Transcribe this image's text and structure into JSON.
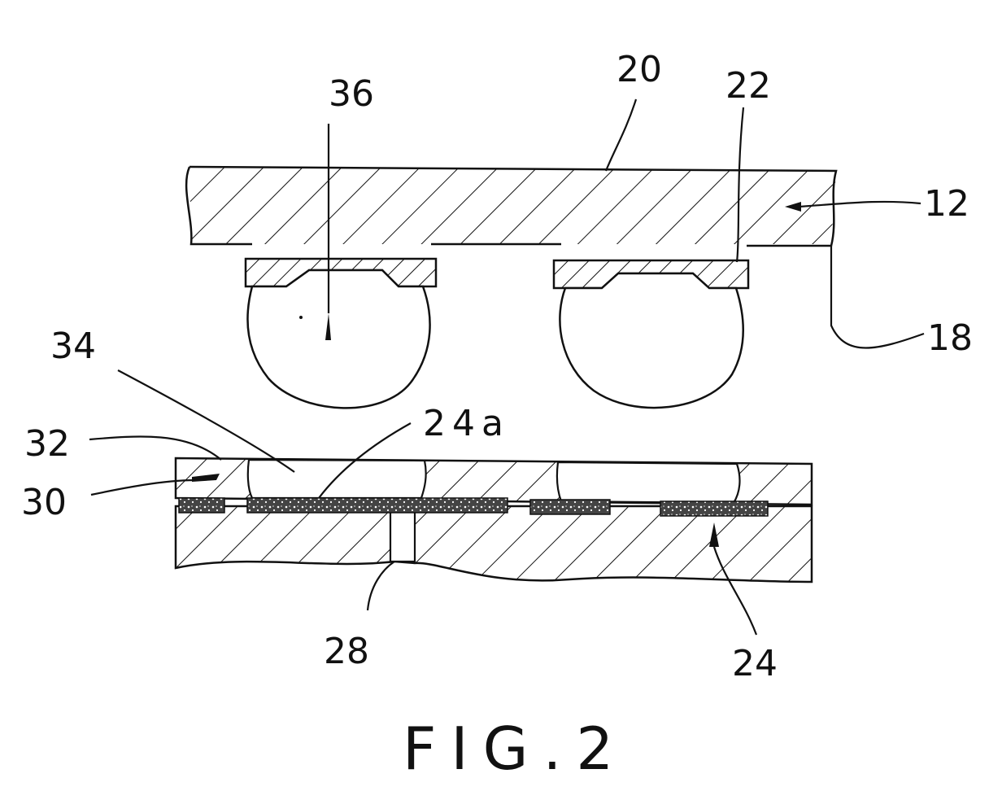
{
  "figure": {
    "caption": "FIG.2",
    "labels": {
      "l20": "20",
      "l22": "22",
      "l36": "36",
      "l12": "12",
      "l18": "18",
      "l34": "34",
      "l24a": "24a",
      "l32": "32",
      "l30": "30",
      "l28": "28",
      "l24": "24"
    }
  }
}
